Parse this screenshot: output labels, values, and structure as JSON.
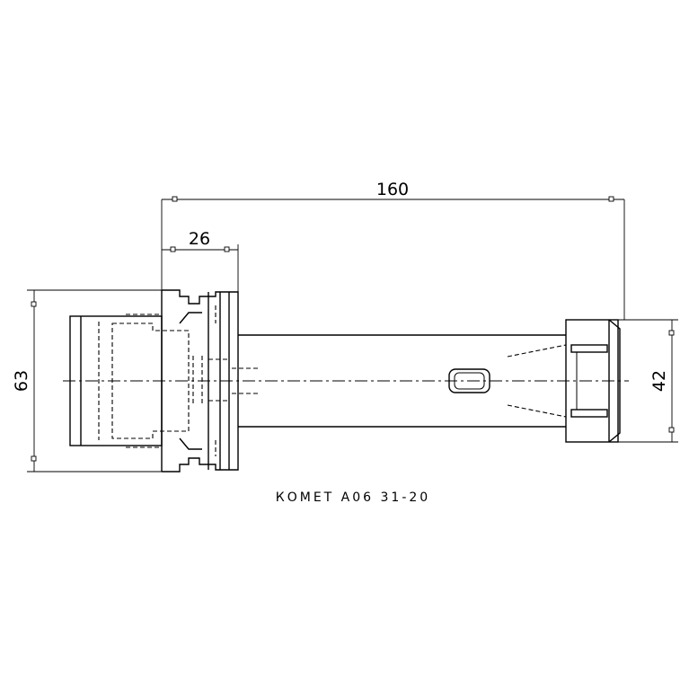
{
  "drawing": {
    "dimensions": {
      "overall_length": "160",
      "flange_length": "26",
      "flange_diameter": "63",
      "nut_diameter": "42"
    },
    "caption": "КОМЕТ A06 31-20"
  }
}
